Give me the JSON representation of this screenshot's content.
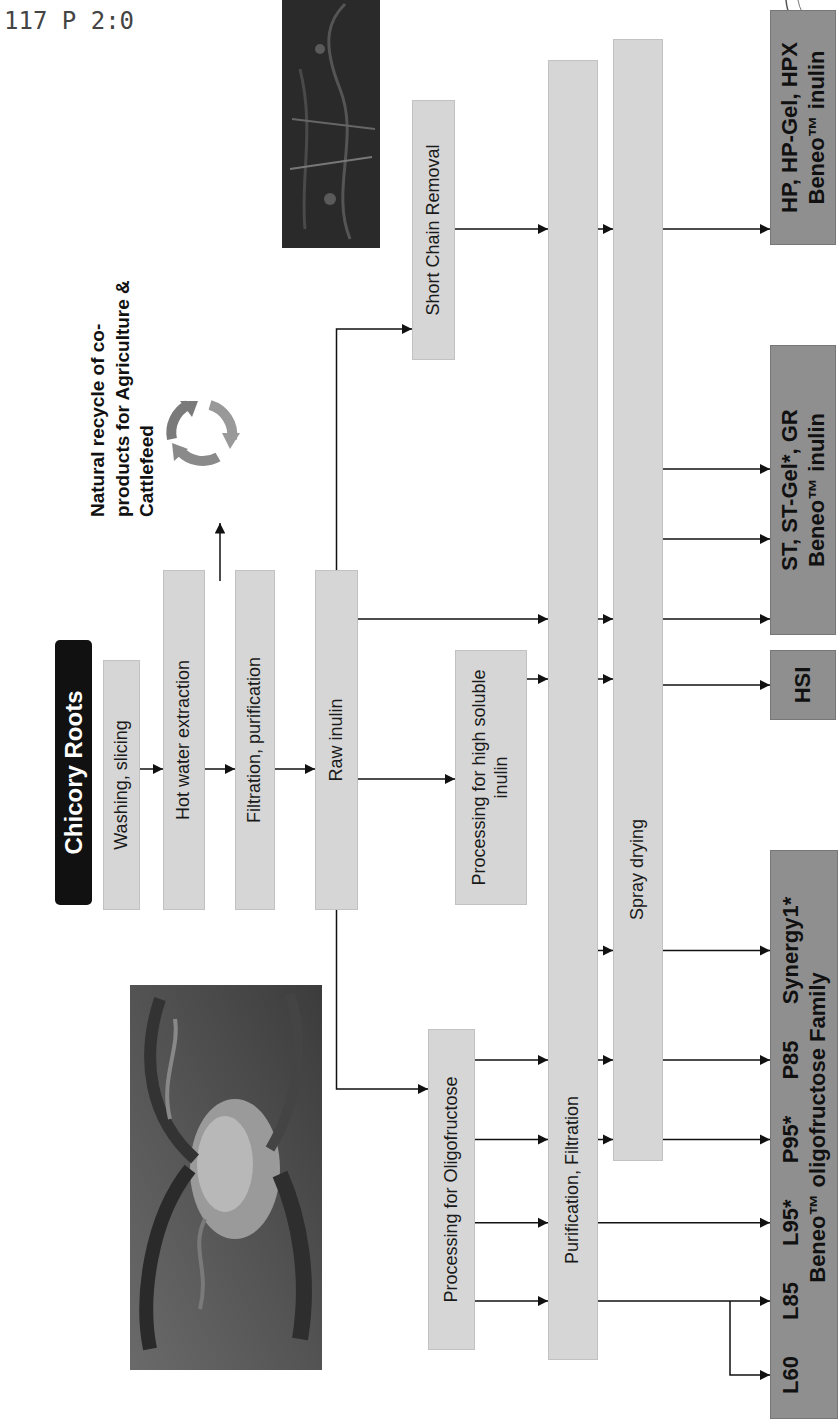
{
  "diagram": {
    "nodes": [
      {
        "text": [
          "Chicory Roots"
        ]
      },
      {
        "text": [
          "Washing, slicing"
        ]
      },
      {
        "text": [
          "Hot water extraction"
        ]
      },
      {
        "text": [
          "Filtration, purification"
        ]
      },
      {
        "text": [
          "Raw inulin"
        ]
      },
      {
        "text": [
          "Short Chain Removal"
        ]
      },
      {
        "text": [
          "Processing for high soluble inulin"
        ]
      },
      {
        "text": [
          "Processing for Oligofructose"
        ]
      },
      {
        "text": [
          "Purification, Filtration"
        ]
      },
      {
        "text": [
          "Spray drying"
        ]
      },
      {
        "text": [
          "HP, HP-Gel, HPX",
          "Beneo™ inulin"
        ]
      },
      {
        "text": [
          "ST, ST-Gel*, GR",
          "Beneo™ inulin"
        ]
      },
      {
        "text": [
          "HSI"
        ]
      },
      {
        "text": [
          "L60 L85 L95* P95* P85 Synergy1*",
          "Beneo™ oligofructose Family"
        ]
      }
    ],
    "edges": [
      {
        "from": 1,
        "to": 2,
        "arrow": "to"
      },
      {
        "from": 2,
        "to": 3,
        "arrow": "to"
      },
      {
        "from": 3,
        "to": 4,
        "arrow": "to"
      },
      {
        "from": 4,
        "to": 5,
        "arrow": "to"
      },
      {
        "from": 4,
        "to": 8,
        "arrow": "to"
      },
      {
        "from": 4,
        "to": 6,
        "arrow": "to"
      },
      {
        "from": 4,
        "to": 7,
        "arrow": "to"
      },
      {
        "from": 5,
        "to": 8,
        "arrow": "to"
      },
      {
        "from": 6,
        "to": 8,
        "arrow": "to"
      },
      {
        "from": 7,
        "to": 8,
        "arrow": "to"
      },
      {
        "from": 7,
        "to": 8,
        "arrow": "to"
      },
      {
        "from": 7,
        "to": 8,
        "arrow": "to"
      },
      {
        "from": 7,
        "to": 8,
        "arrow": "to"
      },
      {
        "from": 8,
        "to": 9,
        "arrow": "to"
      },
      {
        "from": 8,
        "to": 9,
        "arrow": "to"
      },
      {
        "from": 8,
        "to": 9,
        "arrow": "to"
      },
      {
        "from": 8,
        "to": 9,
        "arrow": "to"
      },
      {
        "from": 8,
        "to": 9,
        "arrow": "to"
      },
      {
        "from": 8,
        "to": 9,
        "arrow": "to"
      },
      {
        "from": 8,
        "to": 13,
        "arrow": "to"
      },
      {
        "from": 8,
        "to": 13,
        "arrow": "to"
      },
      {
        "from": 9,
        "to": 10,
        "arrow": "to"
      },
      {
        "from": 9,
        "to": 11,
        "arrow": "to"
      },
      {
        "from": 9,
        "to": 11,
        "arrow": "to"
      },
      {
        "from": 9,
        "to": 11,
        "arrow": "to"
      },
      {
        "from": 9,
        "to": 12,
        "arrow": "to"
      },
      {
        "from": 9,
        "to": 13,
        "arrow": "to"
      },
      {
        "from": 9,
        "to": 13,
        "arrow": "to"
      },
      {
        "from": 9,
        "to": 13,
        "arrow": "to"
      }
    ],
    "labels": [
      "117 P 2:0",
      "Natural recycle of co-products for Agriculture & Cattlefeed"
    ]
  }
}
